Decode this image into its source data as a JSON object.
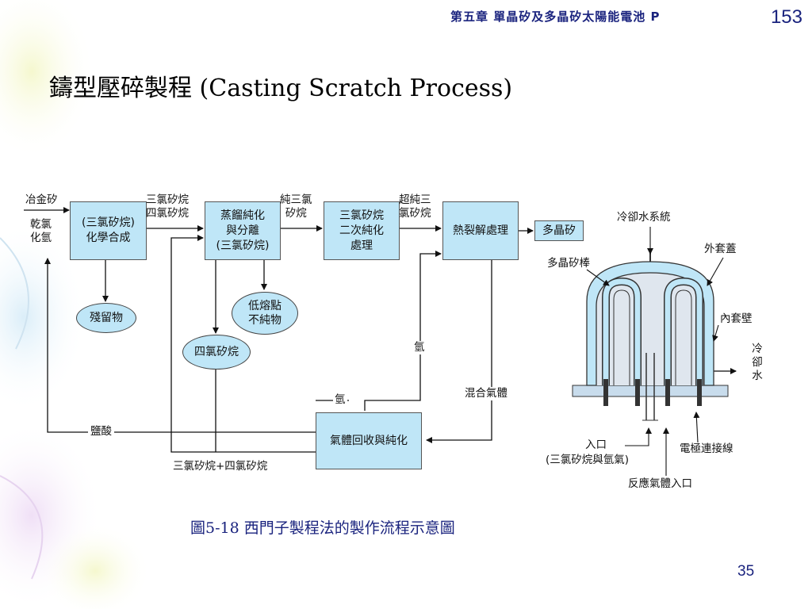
{
  "header": {
    "chapter": "第五章   單晶矽及多晶矽太陽能電池  P",
    "page_number": "153"
  },
  "slide": {
    "title": "鑄型壓碎製程 (Casting Scratch Process)",
    "caption": "圖5-18  西門子製程法的製作流程示意圖",
    "slide_number": "35"
  },
  "inputs": {
    "metallurgical": "冶金矽",
    "dry_hcl": "乾氯\n化氫"
  },
  "boxes": {
    "synthesis": "(三氯矽烷)\n化學合成",
    "distillation": "蒸餾純化\n與分離\n(三氯矽烷)",
    "secondary": "三氯矽烷\n二次純化\n處理",
    "pyrolysis": "熱裂解處理",
    "product": "多晶矽",
    "recovery": "氣體回收與純化"
  },
  "ellipses": {
    "residue": "殘留物",
    "low_boiling": "低熔點\n不純物",
    "sicl4": "四氯矽烷"
  },
  "labels": {
    "chlorosilanes": "三氯矽烷\n四氯矽烷",
    "pure_tcs": "純三氯\n矽烷",
    "ultra_pure_tcs": "超純三\n氯矽烷",
    "hydrogen_up": "氫",
    "hydrogen_left": "氫",
    "mixed_gas": "混合氣體",
    "hcl_acid": "鹽酸",
    "tcs_plus_stc": "三氯矽烷+四氯矽烷"
  },
  "reactor": {
    "cooling_system": "冷卻水系統",
    "outer_cover": "外套蓋",
    "poly_rod": "多晶矽棒",
    "inner_wall": "內套壁",
    "cooling_water": "冷\n卻\n水",
    "inlet": "入口",
    "inlet_gas": "(三氯矽烷與氫氣)",
    "electrode": "電極連接線",
    "reaction_gas_inlet": "反應氣體入口"
  }
}
